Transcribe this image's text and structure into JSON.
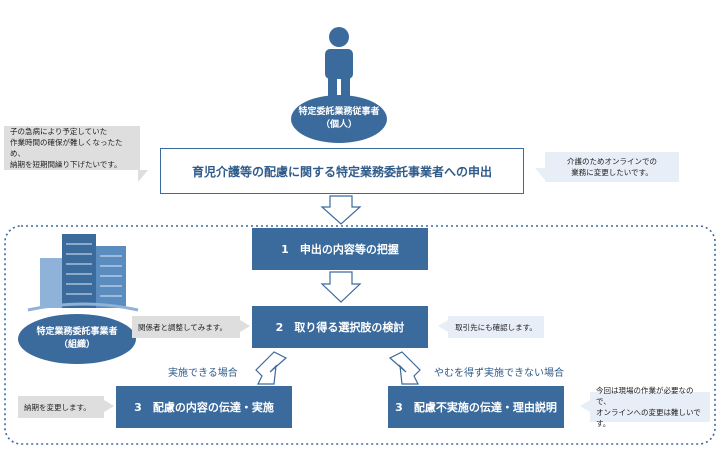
{
  "worker": {
    "line1": "特定委託業務従事者",
    "line2": "（個人）"
  },
  "company": {
    "line1": "特定業務委託事業者",
    "line2": "（組織）"
  },
  "application_box": "育児介護等の配慮に関する特定業務委託事業者への申出",
  "notes": {
    "left_top": [
      "子の急病により予定していた",
      "作業時間の確保が難しくなったため、",
      "納期を短期間繰り下げたいです。"
    ],
    "right_top": [
      "介護のためオンラインでの",
      "業務に変更したいです。"
    ],
    "consult": "関係者と調整してみます。",
    "client_check": "取引先にも確認します。",
    "deadline": "納期を変更します。",
    "onsite": [
      "今回は現場の作業が必要なので、",
      "オンラインへの変更は難しいです。"
    ]
  },
  "steps": {
    "step1": "1　申出の内容等の把握",
    "step2": "2　取り得る選択肢の検討",
    "step3a": "3　配慮の内容の伝達・実施",
    "step3b": "3　配慮不実施の伝達・理由説明"
  },
  "branch_labels": {
    "possible": "実施できる場合",
    "impossible": "やむを得ず実施できない場合"
  },
  "colors": {
    "primary": "#3b6a9c",
    "note_grey": "#dedede",
    "note_blue": "#e7eef8"
  }
}
